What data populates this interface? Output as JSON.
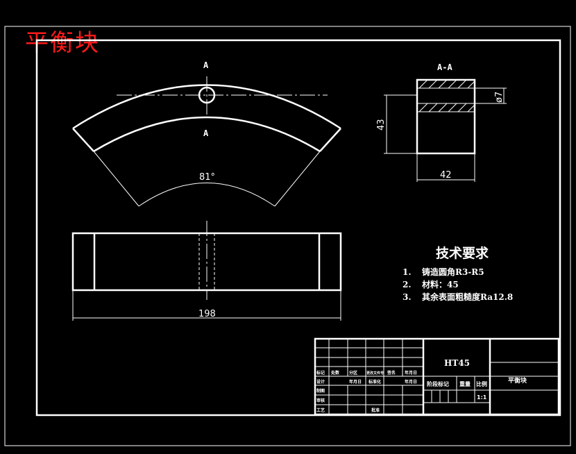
{
  "title": "平衡块",
  "section_label": "A-A",
  "section_mark_top": "A",
  "section_mark_bottom": "A",
  "dimensions": {
    "angle": "81°",
    "height": "43",
    "width": "42",
    "hole": "ø7",
    "length": "198"
  },
  "tech_requirements": {
    "title": "技术要求",
    "items": [
      {
        "num": "1.",
        "text": "铸造圆角R3-R5"
      },
      {
        "num": "2.",
        "text": "材料：45"
      },
      {
        "num": "3.",
        "text": "其余表面粗糙度Ra12.8"
      }
    ]
  },
  "title_block": {
    "material": "HT45",
    "part_name": "平衡块",
    "row_headers": [
      "标记",
      "处数",
      "分区",
      "更改文件号",
      "签名",
      "年月日"
    ],
    "design": "设计",
    "standardize": "标准化",
    "date": "年月日",
    "check": "审核",
    "craft": "工艺",
    "approve": "批准",
    "draw": "制图",
    "stage_mark": "阶段标记",
    "weight": "重量",
    "scale_label": "比例",
    "scale": "1:1"
  }
}
